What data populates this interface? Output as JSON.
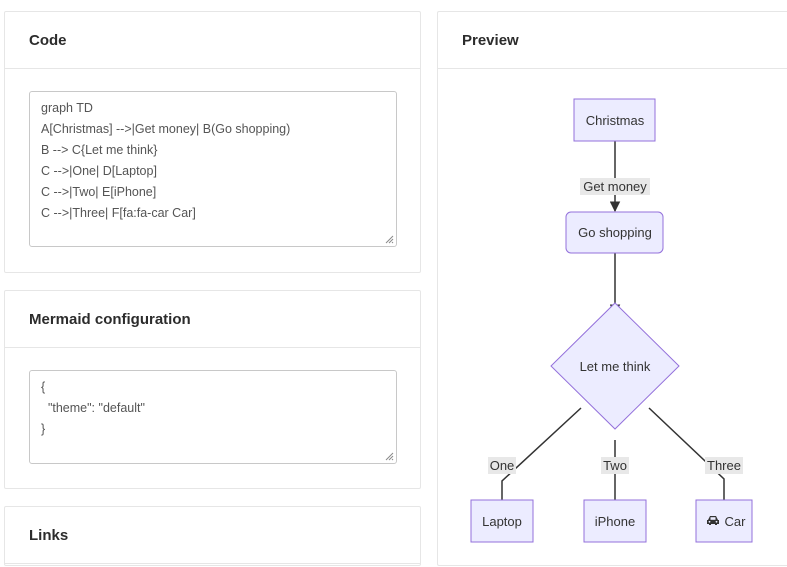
{
  "code_panel": {
    "title": "Code",
    "lines": [
      "graph TD",
      "A[Christmas] -->|Get money| B(Go shopping)",
      "B --> C{Let me think}",
      "C -->|One| D[Laptop]",
      "C -->|Two| E[iPhone]",
      "C -->|Three| F[fa:fa-car Car]"
    ]
  },
  "config_panel": {
    "title": "Mermaid configuration",
    "lines": [
      "{",
      "  \"theme\": \"default\"",
      "}"
    ]
  },
  "links_panel": {
    "title": "Links"
  },
  "preview_panel": {
    "title": "Preview",
    "nodes": {
      "christmas": "Christmas",
      "go_shopping": "Go shopping",
      "let_me_think": "Let me think",
      "laptop": "Laptop",
      "iphone": "iPhone",
      "car": "Car"
    },
    "edge_labels": {
      "get_money": "Get money",
      "one": "One",
      "two": "Two",
      "three": "Three"
    },
    "car_icon": "car-icon"
  },
  "colors": {
    "node_fill": "#ececff",
    "node_stroke": "#9370db",
    "edge": "#333333",
    "edge_label_bg": "#e8e8e8"
  }
}
